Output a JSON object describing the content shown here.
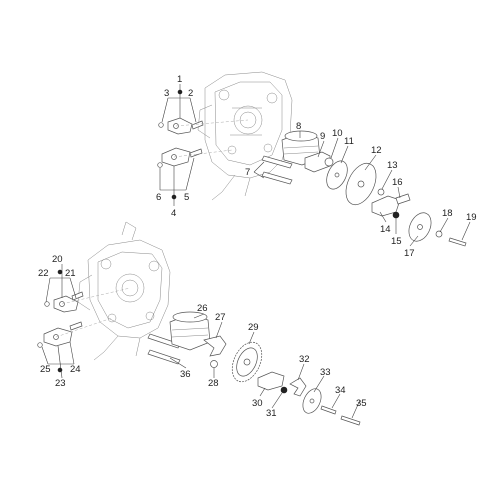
{
  "labels": [
    {
      "id": "l1",
      "text": "1"
    },
    {
      "id": "l2",
      "text": "2"
    },
    {
      "id": "l3",
      "text": "3"
    },
    {
      "id": "l4",
      "text": "4"
    },
    {
      "id": "l5",
      "text": "5"
    },
    {
      "id": "l6",
      "text": "6"
    },
    {
      "id": "l7",
      "text": "7"
    },
    {
      "id": "l8",
      "text": "8"
    },
    {
      "id": "l9",
      "text": "9"
    },
    {
      "id": "l10",
      "text": "10"
    },
    {
      "id": "l11",
      "text": "11"
    },
    {
      "id": "l12",
      "text": "12"
    },
    {
      "id": "l13",
      "text": "13"
    },
    {
      "id": "l14",
      "text": "14"
    },
    {
      "id": "l15",
      "text": "15"
    },
    {
      "id": "l16",
      "text": "16"
    },
    {
      "id": "l17",
      "text": "17"
    },
    {
      "id": "l18",
      "text": "18"
    },
    {
      "id": "l19",
      "text": "19"
    },
    {
      "id": "l20",
      "text": "20"
    },
    {
      "id": "l21",
      "text": "21"
    },
    {
      "id": "l22",
      "text": "22"
    },
    {
      "id": "l23",
      "text": "23"
    },
    {
      "id": "l24",
      "text": "24"
    },
    {
      "id": "l25",
      "text": "25"
    },
    {
      "id": "l26",
      "text": "26"
    },
    {
      "id": "l27",
      "text": "27"
    },
    {
      "id": "l28",
      "text": "28"
    },
    {
      "id": "l29",
      "text": "29"
    },
    {
      "id": "l30",
      "text": "30"
    },
    {
      "id": "l31",
      "text": "31"
    },
    {
      "id": "l32",
      "text": "32"
    },
    {
      "id": "l33",
      "text": "33"
    },
    {
      "id": "l34",
      "text": "34"
    },
    {
      "id": "l35",
      "text": "35"
    },
    {
      "id": "l36",
      "text": "36"
    }
  ],
  "colors": {
    "line": "#444444",
    "light": "#888888",
    "text": "#222222",
    "background": "#ffffff"
  }
}
